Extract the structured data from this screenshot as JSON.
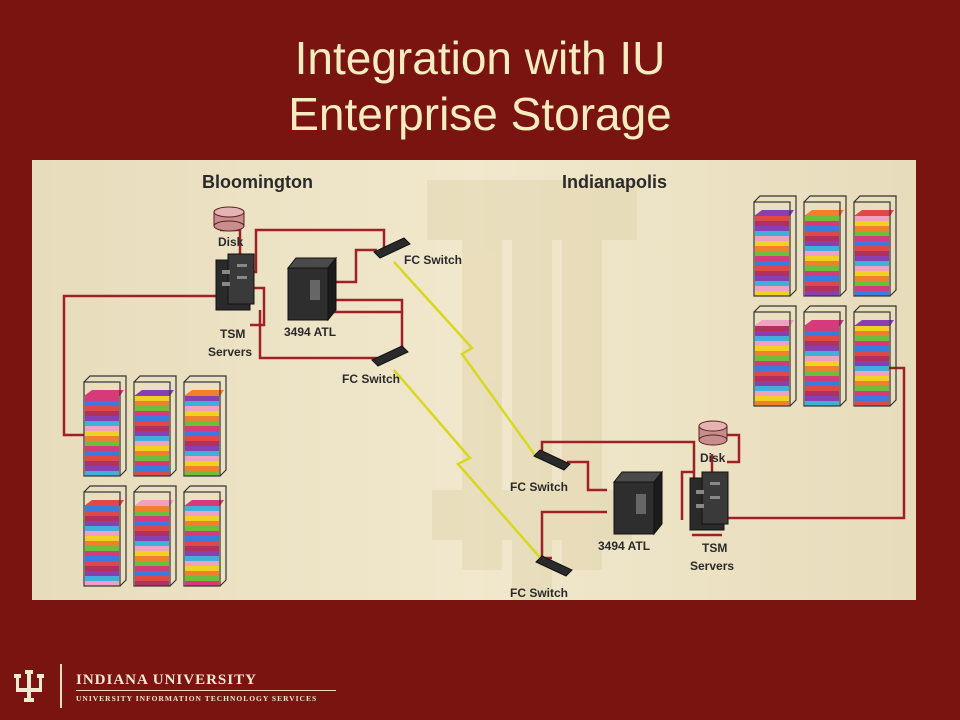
{
  "slide": {
    "title_line1": "Integration with IU",
    "title_line2": "Enterprise Storage"
  },
  "diagram": {
    "sites": {
      "left": "Bloomington",
      "right": "Indianapolis"
    },
    "labels": {
      "disk": "Disk",
      "tsm_servers_line1": "TSM",
      "tsm_servers_line2": "Servers",
      "atl": "3494 ATL",
      "fc_switch": "FC Switch"
    },
    "colors": {
      "background": "#efe5c8",
      "link": "#a02028",
      "wan_link": "#d8d820"
    }
  },
  "footer": {
    "university": "INDIANA UNIVERSITY",
    "department": "UNIVERSITY INFORMATION TECHNOLOGY SERVICES"
  }
}
